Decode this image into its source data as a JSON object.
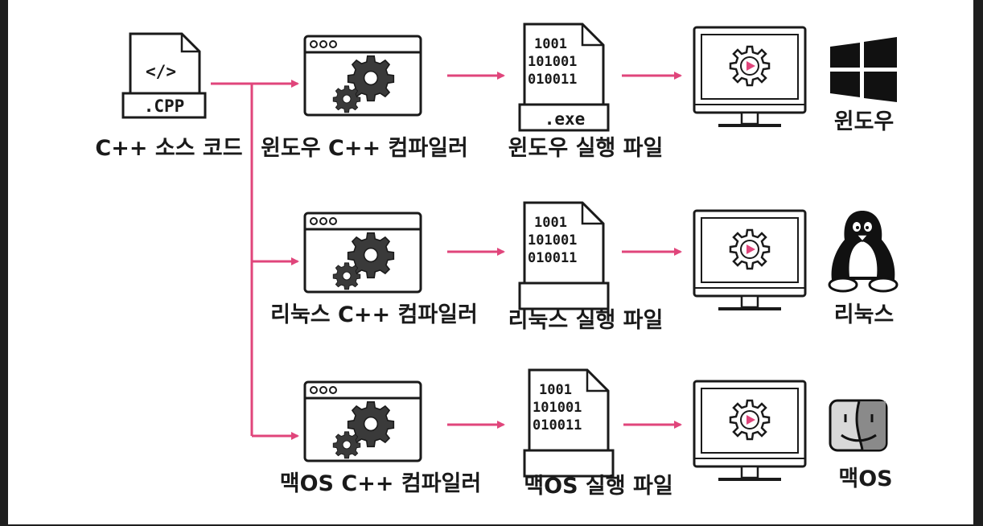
{
  "source": {
    "ext": ".CPP",
    "code_glyph": "</>",
    "label": "C++ 소스 코드"
  },
  "rows": [
    {
      "compiler_label": "윈도우 C++ 컴파일러",
      "executable_label": "윈도우 실행 파일",
      "exe_ext": ".exe",
      "os_label": "윈도우",
      "os_icon": "windows-logo-icon"
    },
    {
      "compiler_label": "리눅스 C++ 컴파일러",
      "executable_label": "리눅스 실행 파일",
      "exe_ext": "",
      "os_label": "리눅스",
      "os_icon": "linux-penguin-icon"
    },
    {
      "compiler_label": "맥OS C++ 컴파일러",
      "executable_label": "맥OS 실행 파일",
      "exe_ext": "",
      "os_label": "맥OS",
      "os_icon": "macos-finder-icon"
    }
  ],
  "binary_lines": [
    "1001",
    "101001",
    "010011"
  ],
  "colors": {
    "arrow": "#e0457b",
    "play": "#e0457b",
    "stroke": "#1a1a1a",
    "background": "#ffffff",
    "frame": "#1e1e1e"
  }
}
